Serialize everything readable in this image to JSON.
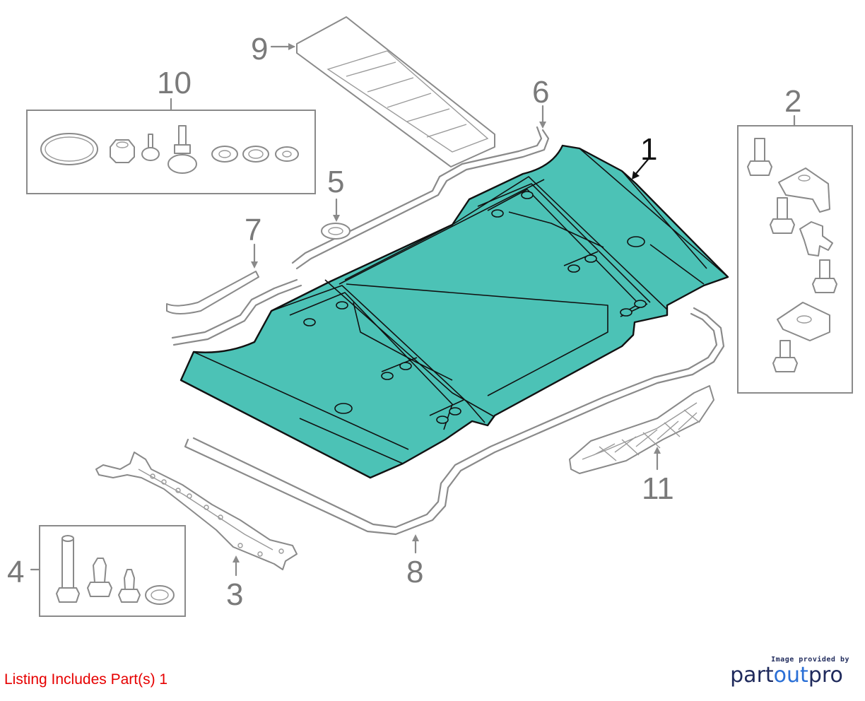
{
  "callouts": {
    "c1": "1",
    "c2": "2",
    "c3": "3",
    "c4": "4",
    "c5": "5",
    "c6": "6",
    "c7": "7",
    "c8": "8",
    "c9": "9",
    "c10": "10",
    "c11": "11"
  },
  "footer": {
    "listing": "Listing Includes Part(s) 1",
    "provided_by": "Image provided by",
    "brand_part": "part",
    "brand_out": "out",
    "brand_pro": "pro"
  },
  "colors": {
    "highlight": "#4cc2b6",
    "listing_text": "#e60000",
    "brand_dark": "#1f2a5c",
    "brand_accent": "#2a6fd6"
  }
}
